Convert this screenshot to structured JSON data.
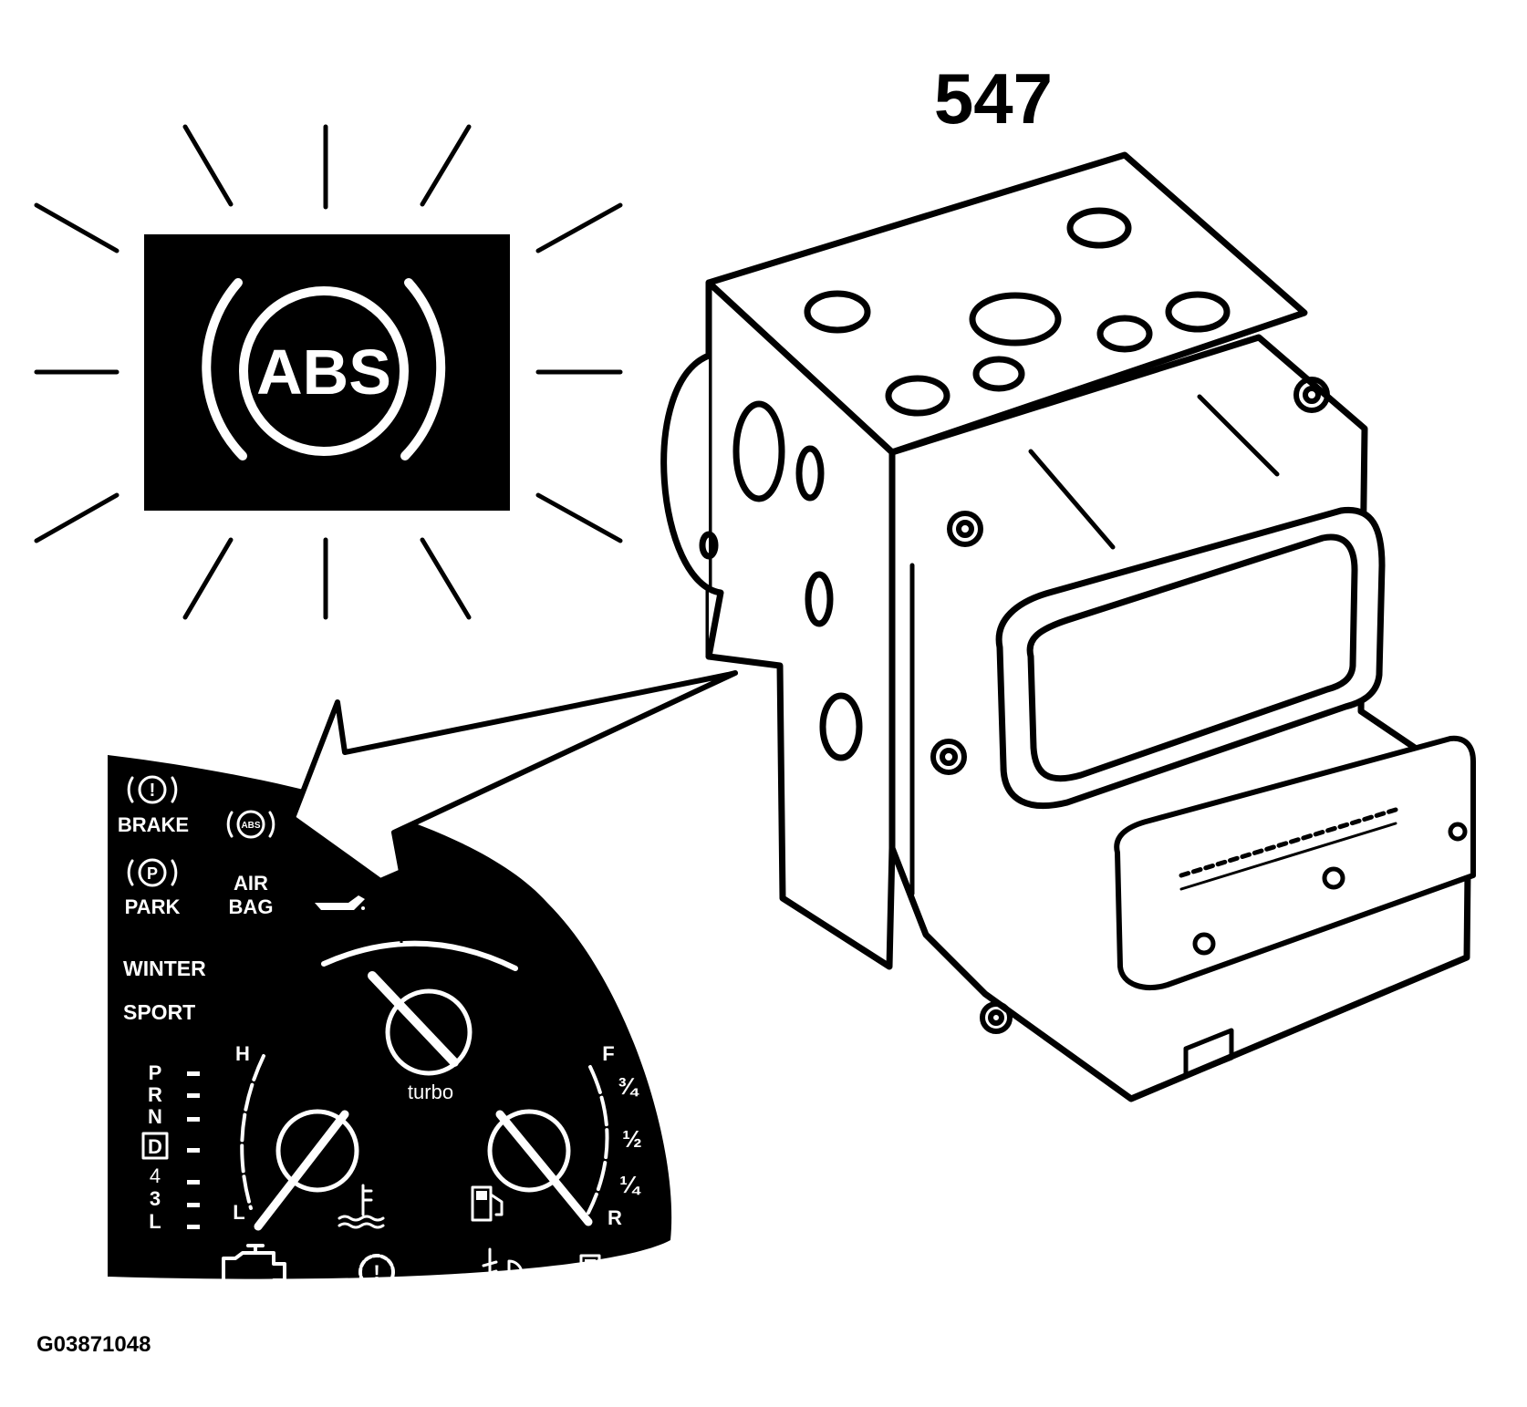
{
  "figure": {
    "part_number": "547",
    "code": "G03871048"
  },
  "abs_lamp": {
    "label": "ABS",
    "state": "illuminated",
    "bg_color": "#000000",
    "fg_color": "#ffffff"
  },
  "cluster": {
    "warning_labels": {
      "brake": "BRAKE",
      "park": "PARK",
      "airbag_line1": "AIR",
      "airbag_line2": "BAG",
      "mini_abs": "ABS"
    },
    "mode_labels": {
      "winter": "WINTER",
      "sport": "SPORT"
    },
    "turbo_label": "turbo",
    "temp_gauge": {
      "high": "H",
      "low": "L"
    },
    "fuel_gauge": {
      "full": "F",
      "three_quarter": "¾",
      "half": "½",
      "quarter": "¼",
      "reserve": "R"
    },
    "prndl": [
      "P",
      "R",
      "N",
      "D",
      "4",
      "3",
      "L"
    ],
    "selected_gear": "D",
    "icons": [
      "brake-warning-icon",
      "park-brake-icon",
      "abs-mini-icon",
      "oil-can-icon",
      "coolant-temp-icon",
      "fuel-pump-icon",
      "check-engine-icon",
      "brake-system-icon",
      "headlamp-leveling-icon",
      "low-fuel-icon"
    ]
  }
}
